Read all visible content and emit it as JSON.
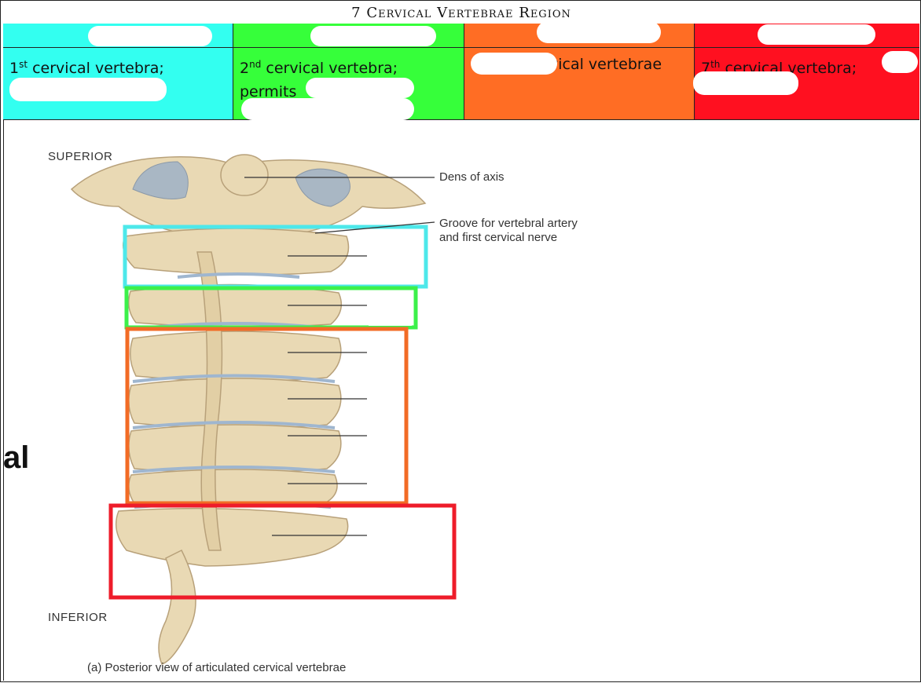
{
  "table": {
    "title": "7 Cervical Vertebrae Region",
    "columns": [
      {
        "header": "",
        "line1_num": "1",
        "line1_sup": "st",
        "line1_rest": " cervical vertebra;",
        "line2": ""
      },
      {
        "header": "",
        "line1_num": "2",
        "line1_sup": "nd",
        "line1_rest": " cervical vertebra;",
        "line2": "permits"
      },
      {
        "header": "",
        "line1_num": "",
        "line1_sup": "",
        "line1_rest": "vical vertebrae",
        "line2": ""
      },
      {
        "header": "",
        "line1_num": "7",
        "line1_sup": "th",
        "line1_rest": " cervical vertebra;",
        "line2": ""
      }
    ],
    "colors": [
      "#33fff0",
      "#36ff3a",
      "#ff6d24",
      "#ff1020"
    ]
  },
  "figure": {
    "superior_label": "SUPERIOR",
    "inferior_label": "INFERIOR",
    "label_dens": "Dens of axis",
    "label_groove": "Groove for vertebral artery and first cervical nerve",
    "caption": "(a) Posterior view of articulated cervical vertebrae",
    "side_fragment": "al",
    "box_colors": {
      "atlas": "#4de8ea",
      "axis": "#3cf04a",
      "c3_c6": "#f26b25",
      "c7": "#ee1c2a"
    },
    "bone_color": "#e9d9b4",
    "disc_color": "#9fb6cf"
  }
}
